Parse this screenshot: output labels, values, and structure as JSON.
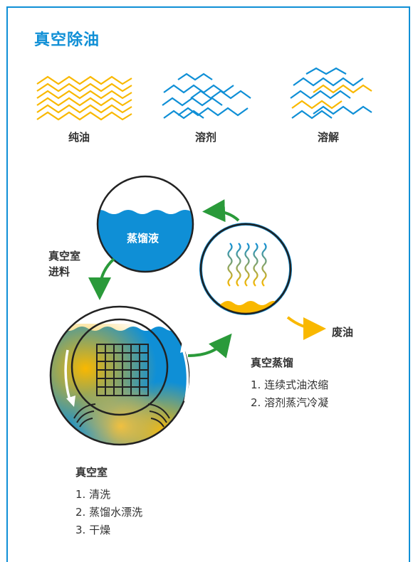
{
  "title": "真空除油",
  "legend": [
    "纯油",
    "溶剂",
    "溶解"
  ],
  "distill_liquid": "蒸馏液",
  "feed_label": [
    "真空室",
    "进料"
  ],
  "waste_oil": "废油",
  "vacuum_distill": {
    "head": "真空蒸馏",
    "steps": [
      "1. 连续式油浓缩",
      "2. 溶剂蒸汽冷凝"
    ]
  },
  "vacuum_chamber": {
    "head": "真空室",
    "steps": [
      "1. 清洗",
      "2. 蒸馏水漂洗",
      "3. 干燥"
    ]
  },
  "colors": {
    "blue": "#0f8fd6",
    "orange": "#f9b800",
    "green": "#2a9a3a"
  }
}
